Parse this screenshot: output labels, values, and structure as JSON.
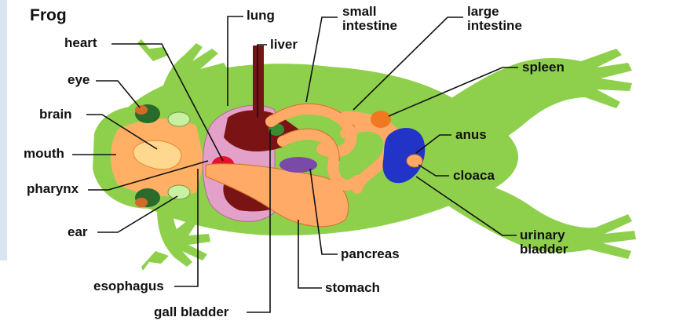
{
  "title": "Frog",
  "labels": {
    "heart": "heart",
    "eye": "eye",
    "brain": "brain",
    "mouth": "mouth",
    "pharynx": "pharynx",
    "ear": "ear",
    "esophagus": "esophagus",
    "gall_bladder": "gall bladder",
    "lung": "lung",
    "liver": "liver",
    "small_intestine": [
      "small",
      "intestine"
    ],
    "large_intestine": [
      "large",
      "intestine"
    ],
    "spleen": "spleen",
    "anus": "anus",
    "cloaca": "cloaca",
    "urinary_bladder": [
      "urinary",
      "bladder"
    ],
    "pancreas": "pancreas",
    "stomach": "stomach"
  },
  "colors": {
    "body": "#8ed04c",
    "head": "#ffb064",
    "heart": "#e8112b",
    "liver": "#7a1414",
    "lung": "#e3a0c8",
    "intestine": "#ffaa66",
    "stomach": "#ffaa66",
    "pancreas": "#7a4aa8",
    "spleen": "#f07820",
    "bladder": "#2233c8",
    "eye": "#2a6a2a",
    "ear": "#c8f0a0"
  }
}
